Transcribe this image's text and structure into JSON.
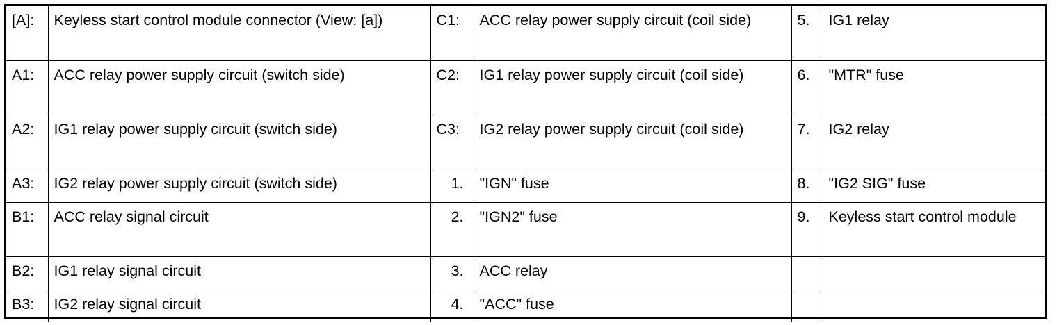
{
  "legend": {
    "rows": [
      [
        {
          "code": "[A]:",
          "text": "Keyless start control module connector (View: [a])"
        },
        {
          "code": "C1:",
          "text": "ACC relay power supply circuit (coil side)"
        },
        {
          "code": "5.",
          "text": "IG1 relay"
        }
      ],
      [
        {
          "code": "A1:",
          "text": "ACC relay power supply circuit (switch side)"
        },
        {
          "code": "C2:",
          "text": "IG1 relay power supply circuit (coil side)"
        },
        {
          "code": "6.",
          "text": "\"MTR\" fuse"
        }
      ],
      [
        {
          "code": "A2:",
          "text": "IG1 relay power supply circuit (switch side)"
        },
        {
          "code": "C3:",
          "text": "IG2 relay power supply circuit (coil side)"
        },
        {
          "code": "7.",
          "text": "IG2 relay"
        }
      ],
      [
        {
          "code": "A3:",
          "text": "IG2 relay power supply circuit (switch side)"
        },
        {
          "code": "1.",
          "text": "\"IGN\" fuse"
        },
        {
          "code": "8.",
          "text": "\"IG2 SIG\" fuse"
        }
      ],
      [
        {
          "code": "B1:",
          "text": "ACC relay signal circuit"
        },
        {
          "code": "2.",
          "text": "\"IGN2\" fuse"
        },
        {
          "code": "9.",
          "text": "Keyless start control module"
        }
      ],
      [
        {
          "code": "B2:",
          "text": "IG1 relay signal circuit"
        },
        {
          "code": "3.",
          "text": "ACC relay"
        },
        {
          "code": "",
          "text": ""
        }
      ],
      [
        {
          "code": "B3:",
          "text": "IG2 relay signal circuit"
        },
        {
          "code": "4.",
          "text": "\"ACC\" fuse"
        },
        {
          "code": "",
          "text": ""
        }
      ]
    ]
  }
}
